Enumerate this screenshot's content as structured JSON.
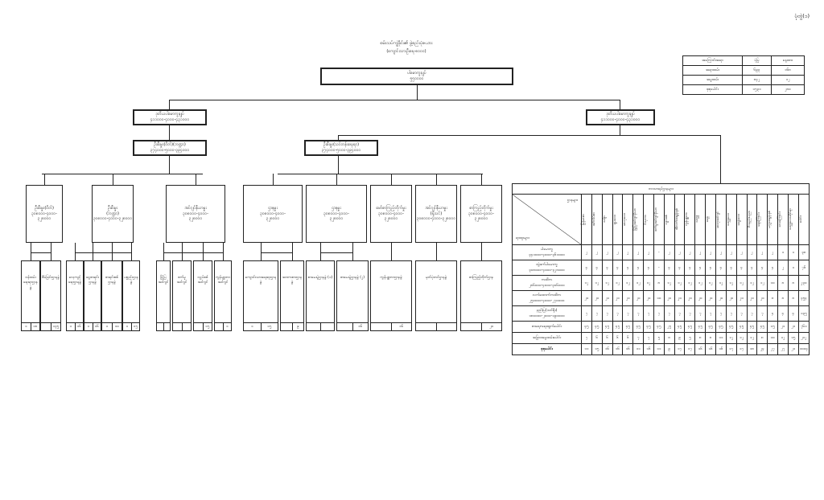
{
  "page": {
    "number": "ပုံတွဲ(၁)",
    "title": "စမ်းသပ်ကျွဲခိုင်း၏ ဖွဲ့စည်းပုံဇယား",
    "subtitle": "(ကျောင်းသားဦးရေ-၈၀၀၀)"
  },
  "summary": {
    "rows": [
      {
        "label": "အကြောင်းအရာ",
        "a": "ပုံပြ",
        "b": "နေ့ထား"
      },
      {
        "label": "အရာထမ်း",
        "a": "၆၉၃",
        "b": "၁၆၈"
      },
      {
        "label": "အမှုထမ်း",
        "a": "၈၄၂",
        "b": "၁၂"
      },
      {
        "label": "စုစုပေါင်း",
        "a": "၁၅၃၁",
        "b": "၂၈၀"
      }
    ]
  },
  "top": {
    "title": "ပါမောက္ခချုပ်",
    "scale": "၅၅၀၀၀၀"
  },
  "left_dep": {
    "title": "ဒုတိယပါမောက္ခချုပ်",
    "scale": "၄၁၁၀၀၀-၄၀၀၀-၄၃၁၀၀၀"
  },
  "right_dep": {
    "title": "ဒုတိယပါမောက္ခချုပ်",
    "scale": "၄၁၁၀၀၀-၄၀၀၀-၄၃၁၀၀၀"
  },
  "left_reg": {
    "title": "ဦးစီးမှူး(ဝိတ်)(ဘဏ္ဍာ)",
    "scale": "၃၇၄၀၀၀-၅၀၀၀-၃၉၄၀၀၀"
  },
  "mid_reg": {
    "title": "ဦးစီးမှူး(သင်တန်းရေးရာ)",
    "scale": "၃၇၄၀၀၀-၅၀၀၀-၃၉၄၀၀၀"
  },
  "left_mid": [
    {
      "title": "ဦးစီးမှူး(ဝိတ်)",
      "scale": "၃၀၈၀၀၀-၄၀၀၀-",
      "scale2": "၃၂၈၀၀၀"
    },
    {
      "title": "ဦးစီးမှူး",
      "scale": "(ဘဏ္ဍာ)",
      "scale2": "၃၀၈၀၀၀-၄၀၀၀-၃၂၈၀၀၀"
    },
    {
      "title": "အင်ဂျင်နီယာမှူး",
      "scale": "၃၀၈၀၀၀-၄၀၀၀-",
      "scale2": "၃၂၈၀၀၀"
    }
  ],
  "mid_mid": [
    {
      "title": "ဌာနမှူး",
      "scale": "၃၀၈၀၀၀-၄၀၀၀-",
      "scale2": "၃၂၈၀၀၀"
    },
    {
      "title": "ဌာနမှူး",
      "scale": "၃၀၈၀၀၀-၄၀၀၀-",
      "scale2": "၃၂၈၀၀၀"
    },
    {
      "title": "မော်စာကြည့်တိုက်မှူး",
      "scale": "၃၀၈၀၀၀-၄၀၀၀-",
      "scale2": "၃၂၈၀၀၀"
    },
    {
      "title": "အင်ဂျင်နီယာမှူး",
      "scale": "(ရှိသင်)",
      "scale2": "၃၀၈၀၀၀-၄၀၀၀-၃၂၈၀၀၀"
    },
    {
      "title": "စာကြည့်တိုက်မှူး",
      "scale": "၃၀၈၀၀၀-၄၀၀၀-",
      "scale2": "၃၂၈၀၀၀"
    }
  ],
  "units": [
    {
      "label": "ဝန်ထမ်းရေးရာဌာနခွဲ",
      "c": [
        "၁",
        "၁၈"
      ]
    },
    {
      "label": "စီမံခြင်းဌာနခွဲ",
      "c": [
        "",
        "၁၃၅"
      ]
    },
    {
      "label": "လေ့ကျင့်ရေးဌာနခွဲ",
      "c": [
        "၁",
        "၁၆"
      ]
    },
    {
      "label": "ငွေစာရင်းဌာနခွဲ",
      "c": [
        "၁",
        "၁၆"
      ]
    },
    {
      "label": "စာရင်းစစ်ဌာနခွဲ",
      "c": [
        "၁",
        "၁၀"
      ]
    },
    {
      "label": "ပစ္စည်းဌာနခွဲ",
      "c": [
        "၁",
        "၁၅"
      ]
    },
    {
      "label": "မြို့ပြ အင်ဂျင်",
      "c": [
        "",
        ""
      ]
    },
    {
      "label": "စက်မှု အင်ဂျင်",
      "c": [
        "",
        ""
      ]
    },
    {
      "label": "လျှပ်စစ် အင်ဂျင်",
      "c": [
        "",
        "၁၅"
      ]
    },
    {
      "label": "ကွန်ပျူတာ အင်ဂျင်",
      "c": [
        "",
        "၁"
      ]
    },
    {
      "label": "ကျောင်းသားရေးရာဌာနခွဲ",
      "c": [
        "၁",
        "၁၅"
      ]
    },
    {
      "label": "အားကစားဌာနခွဲ",
      "c": [
        "",
        "၉"
      ]
    },
    {
      "label": "စာမေးပွဲဌာနခွဲ (၁)",
      "c": [
        "",
        ""
      ]
    },
    {
      "label": "စာမေးပွဲဌာနခွဲ (၂)",
      "c": [
        "",
        "၁၆"
      ]
    },
    {
      "label": "ကွန်ပျူတာဌာနခွဲ",
      "c": [
        "",
        "၁၆"
      ]
    },
    {
      "label": "မှတ်ပုံတင်ဌာနခွဲ",
      "c": [
        "",
        ""
      ]
    },
    {
      "label": "စာကြည့်တိုက်ဌာန",
      "c": [
        "",
        "၂၀"
      ]
    }
  ],
  "dept_table": {
    "title": "ဘာသာရပ်ဌာနများ",
    "header_top": "ဌာနများ",
    "header_left": "ရာထူးများ",
    "dept_headers": [
      "မြန်မာစာ",
      "အင်္ဂလိပ်စာ",
      "သင်္ချာ",
      "ရူပဗေဒ",
      "ဓာတုဗေဒ",
      "မြို့ပြအင်ဂျင်နီယာ",
      "ဗိသုကာ",
      "စက်မှုအင်ဂျင်နီယာ",
      "လျှပ်စစ်",
      "အီလက်ထရွန်းနစ်",
      "ကွန်ပျူတာ",
      "သတ္တု",
      "ရေနံ",
      "ဓာတုအင်ဂျင်",
      "သတ္တုဗေဒ",
      "ရေနံဗေဒ",
      "ဇီဝနည်းပညာ",
      "ရေကြောင်း",
      "မက္ကထရွန်းနစ်",
      "လေကြောင်း",
      "သတ္တုဗေဒဆိုင်ရာ",
      "ပေါင်း"
    ],
    "rows": [
      {
        "label": "ပါမောက္ခ",
        "scale": "၃၄၁၀၀၀-၄၀၀၀-၃၆၁၀၀၀",
        "vals": [
          "၂",
          "၂",
          "၂",
          "၂",
          "၂",
          "၂",
          "၂",
          "-",
          "၂",
          "၂",
          "၂",
          "၂",
          "၂",
          "၂",
          "၂",
          "၂",
          "၂",
          "၂",
          "၂",
          "၁",
          "၁",
          "၃၈"
        ]
      },
      {
        "label": "တွဲဖက်ပါမောက္ခ",
        "scale": "၃၀၈၀၀၀-၄၀၀၀-၃၂၈၀၀၀",
        "vals": [
          "၄",
          "၄",
          "၄",
          "၄",
          "၄",
          "၄",
          "၄",
          "-",
          "၄",
          "၄",
          "၄",
          "၄",
          "၄",
          "၄",
          "၄",
          "၄",
          "၄",
          "၄",
          "၄",
          "၂",
          "၁",
          "၇၆"
        ]
      },
      {
        "label": "ကထိက",
        "scale": "၂၈၆၀၀၀-၄၀၀၀-၃၀၆၀၀၀",
        "vals": [
          "၁၂",
          "၁၂",
          "၁၂",
          "၁၂",
          "၁၂",
          "၁၂",
          "၁၂",
          "၈",
          "၁၂",
          "၁၂",
          "၁၂",
          "၁၂",
          "၁၂",
          "၁၂",
          "၁၂",
          "၁၂",
          "၁၂",
          "၁၂",
          "၁၀",
          "၈",
          "၈",
          "၂၃၀"
        ]
      },
      {
        "label": "လက်ထောက်ကထိက",
        "scale": "၂၅၀၀၀၀-၄၀၀၀-၂၇၀၀၀၀",
        "vals": [
          "၂၀",
          "၂၀",
          "၂၀",
          "၂၀",
          "၂၀",
          "၂၀",
          "၂၀",
          "၁၀",
          "၂၀",
          "၂၀",
          "၂၀",
          "၂၀",
          "၂၀",
          "၂၀",
          "၂၀",
          "၂၀",
          "၂၀",
          "၂၀",
          "၈",
          "၈",
          "၈",
          "၃၅၄"
        ]
      },
      {
        "label": "နည်းပြ(သင်ရိုး)",
        "scale": "၁၈၀၀၀၀-၂၀၀၀-၁၉၀၀၀၀",
        "vals": [
          "၇",
          "၇",
          "၇",
          "၇",
          "၇",
          "၇",
          "၇",
          "၇",
          "၇",
          "၇",
          "၇",
          "၇",
          "၇",
          "၇",
          "၇",
          "၇",
          "၇",
          "၇",
          "၄",
          "၄",
          "၄",
          "၁၃၅"
        ]
      },
      {
        "label": "စာရေး-ရေးထွက်ပေါင်း",
        "scale": "",
        "vals": [
          "၄၅",
          "၄၅",
          "၄၅",
          "၄၅",
          "၄၅",
          "၄၅",
          "၄၅",
          "၄၅",
          "၂၅",
          "၄၅",
          "၄၅",
          "၄၅",
          "၄၅",
          "၄၅",
          "၄၅",
          "၄၅",
          "၄၅",
          "၄၅",
          "၁၅",
          "၂၁",
          "၂၁",
          "၇၆၁"
        ]
      },
      {
        "label": "အခြားအမှုထမ်းပေါင်း",
        "scale": "",
        "vals": [
          "၇",
          "၆",
          "၆",
          "၆",
          "၆",
          "၇",
          "၇",
          "၅",
          "၈",
          "၉",
          "၅",
          "၈",
          "၈",
          "၁၁",
          "၁၂",
          "၁၂",
          "၁၂",
          "၈",
          "၁၀",
          "၁၂",
          "၁၅",
          "၂၁၂"
        ]
      },
      {
        "label": "စုစုပေါင်း",
        "scale": "",
        "vals": [
          "၁၁",
          "၁၅",
          "၁၆",
          "၁၆",
          "၁၆",
          "၁၁",
          "၁၆",
          "၁၁",
          "၉",
          "၁၇",
          "၁၇",
          "၁၆",
          "၁၆",
          "၁၆",
          "၁၇",
          "၁၇",
          "၁၈",
          "၂၄",
          "၂၇",
          "၂၇",
          "၂၁",
          "၁၀၀၄"
        ]
      }
    ]
  }
}
